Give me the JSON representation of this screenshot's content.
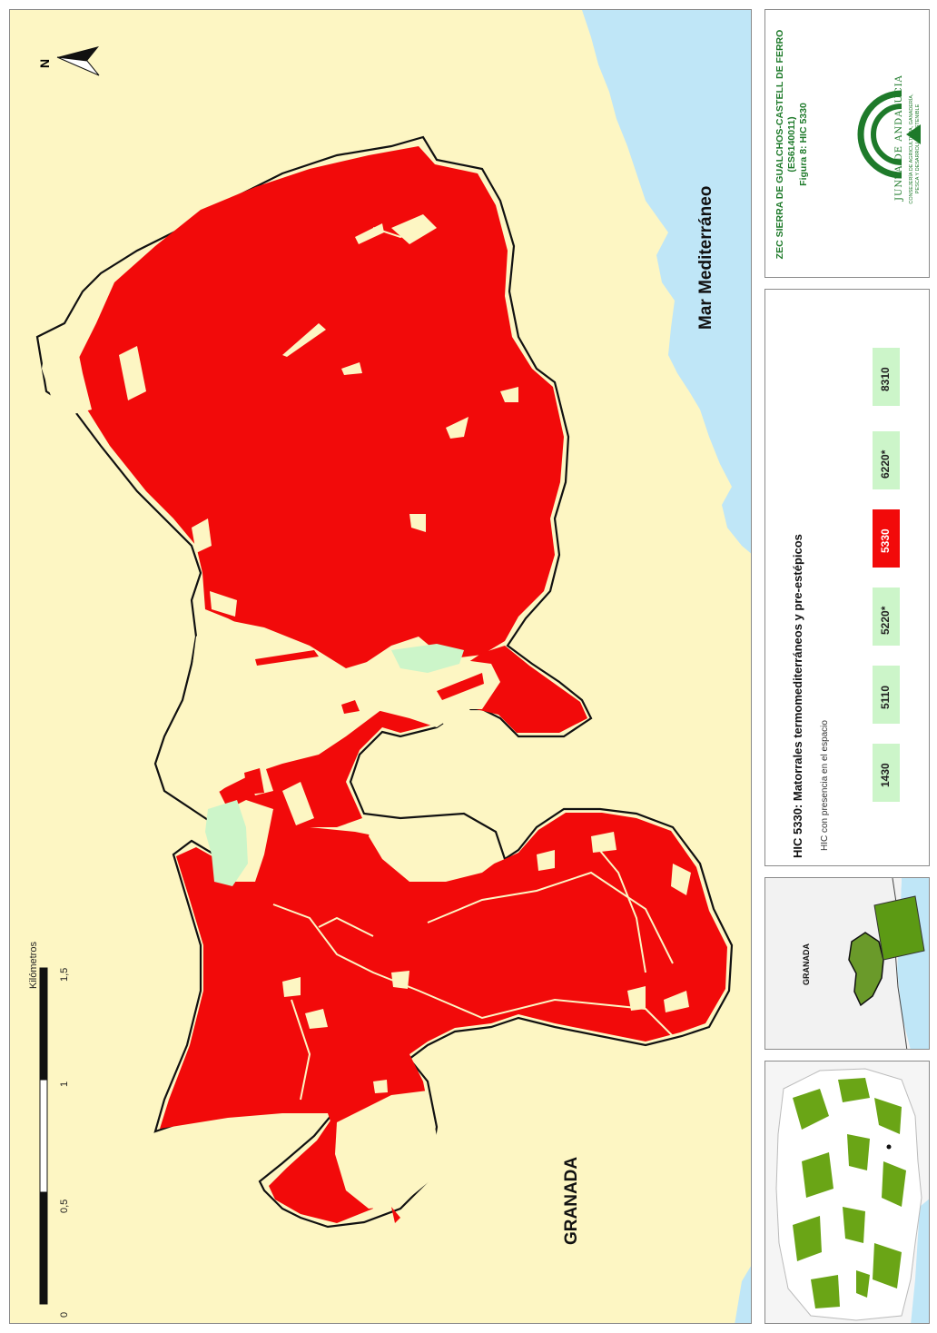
{
  "map": {
    "sea_label": "Mar Mediterráneo",
    "region_label": "GRANADA",
    "north_label": "N",
    "colors": {
      "land": "#fdf6c3",
      "sea": "#bfe6f7",
      "hic_5330": "#f20a0a",
      "other_hic": "#ccf5c9"
    }
  },
  "scale_bar": {
    "unit": "Kilómetros",
    "ticks": [
      "0",
      "0,5",
      "1",
      "1,5"
    ]
  },
  "title_block": {
    "line1": "ZEC SIERRA DE GUALCHOS-CASTELL DE FERRO",
    "line2": "(ES6140011)",
    "line3": "Figura 8: HIC 5330",
    "institution": "JUNTA DE ANDALUCIA",
    "department_line1": "CONSEJERÍA DE AGRICULTURA, GANADERÍA,",
    "department_line2": "PESCA Y DESARROLLO SOSTENIBLE"
  },
  "legend": {
    "title": "HIC 5330: Matorrales termomediterráneos y pre-estépicos",
    "subtitle": "HIC con presencia en el espacio",
    "items": [
      {
        "code": "1430",
        "active": false
      },
      {
        "code": "5110",
        "active": false
      },
      {
        "code": "5220*",
        "active": false
      },
      {
        "code": "5330",
        "active": true
      },
      {
        "code": "6220*",
        "active": false
      },
      {
        "code": "8310",
        "active": false
      }
    ]
  },
  "inset": {
    "label": "GRANADA"
  }
}
